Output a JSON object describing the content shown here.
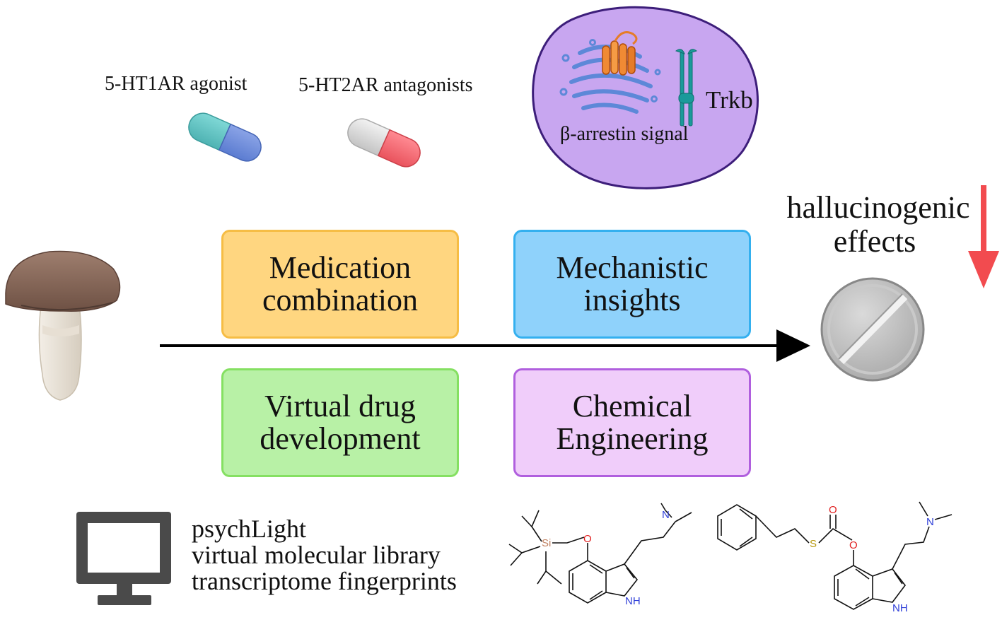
{
  "labels": {
    "agonist": "5-HT1AR agonist",
    "antagonists": "5-HT2AR antagonists",
    "trkb": "Trkb",
    "arrestin": "β-arrestin signal",
    "hallucinogenic_line1": "hallucinogenic",
    "hallucinogenic_line2": "effects"
  },
  "boxes": {
    "medication": [
      "Medication",
      "combination"
    ],
    "mechanistic": [
      "Mechanistic",
      "insights"
    ],
    "virtual": [
      "Virtual drug",
      "development"
    ],
    "chemical": [
      "Chemical",
      "Engineering"
    ]
  },
  "computer_lines": [
    "psychLight",
    "virtual molecular library",
    "transcriptome fingerprints"
  ],
  "molecule_atoms": {
    "si": "Si",
    "o": "O",
    "n": "N",
    "nh": "NH",
    "s": "S"
  },
  "colors": {
    "cell_fill": "#c8a6f0",
    "cell_stroke": "#3d1e7a",
    "arrow_down": "#f24b4f",
    "nitrogen": "#2f3fd8",
    "oxygen": "#e02020",
    "sulfur": "#b89a10",
    "silicon": "#c08060"
  }
}
